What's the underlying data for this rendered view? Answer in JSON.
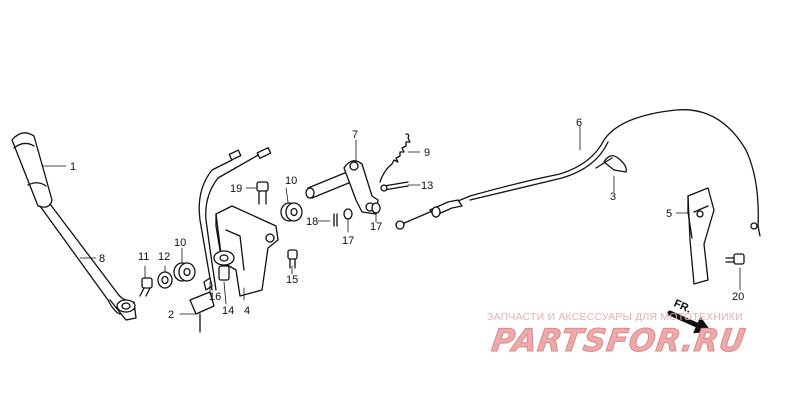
{
  "diagram": {
    "callouts": [
      {
        "id": "c1",
        "label": "1"
      },
      {
        "id": "c8",
        "label": "8"
      },
      {
        "id": "c11",
        "label": "11"
      },
      {
        "id": "c12",
        "label": "12"
      },
      {
        "id": "c10a",
        "label": "10"
      },
      {
        "id": "c10b",
        "label": "10"
      },
      {
        "id": "c19",
        "label": "19"
      },
      {
        "id": "c16",
        "label": "16"
      },
      {
        "id": "c2",
        "label": "2"
      },
      {
        "id": "c14",
        "label": "14"
      },
      {
        "id": "c4",
        "label": "4"
      },
      {
        "id": "c15",
        "label": "15"
      },
      {
        "id": "c7",
        "label": "7"
      },
      {
        "id": "c9",
        "label": "9"
      },
      {
        "id": "c13",
        "label": "13"
      },
      {
        "id": "c18",
        "label": "18"
      },
      {
        "id": "c17a",
        "label": "17"
      },
      {
        "id": "c17b",
        "label": "17"
      },
      {
        "id": "c6",
        "label": "6"
      },
      {
        "id": "c3",
        "label": "3"
      },
      {
        "id": "c5",
        "label": "5"
      },
      {
        "id": "c20",
        "label": "20"
      }
    ],
    "direction_marker": "FR."
  },
  "watermark": {
    "subtitle": "ЗАПЧАСТИ И АКСЕССУАРЫ ДЛЯ МОТОТЕХНИКИ",
    "brand": "PARTSFOR.RU",
    "color": "#f0a9a9"
  }
}
